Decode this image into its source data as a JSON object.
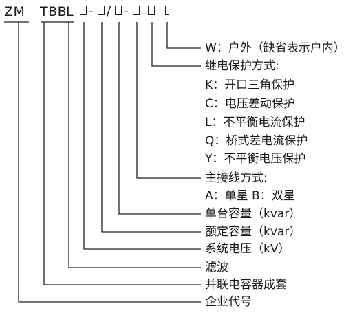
{
  "model": {
    "letters": [
      "ZM",
      "TBB",
      "L"
    ],
    "separators": [
      "-",
      "/",
      "-"
    ]
  },
  "labels": {
    "outdoor": "W：户外（缺省表示户内）",
    "relay_title": "继电保护方式:",
    "relay_items": [
      "K：开口三角保护",
      "C：电压差动保护",
      "L：不平衡电流保护",
      "Q：桥式差电流保护",
      "Y：不平衡电压保护"
    ],
    "wiring_title": "主接线方式:",
    "wiring_item": "A：单星 B：双星",
    "unit_capacity": "单台容量（kvar）",
    "rated_capacity": "额定容量（kvar）",
    "system_voltage": "系统电压（kV）",
    "filter": "滤波",
    "shunt_set": "并联电容器成套",
    "company_code": "企业代号"
  }
}
